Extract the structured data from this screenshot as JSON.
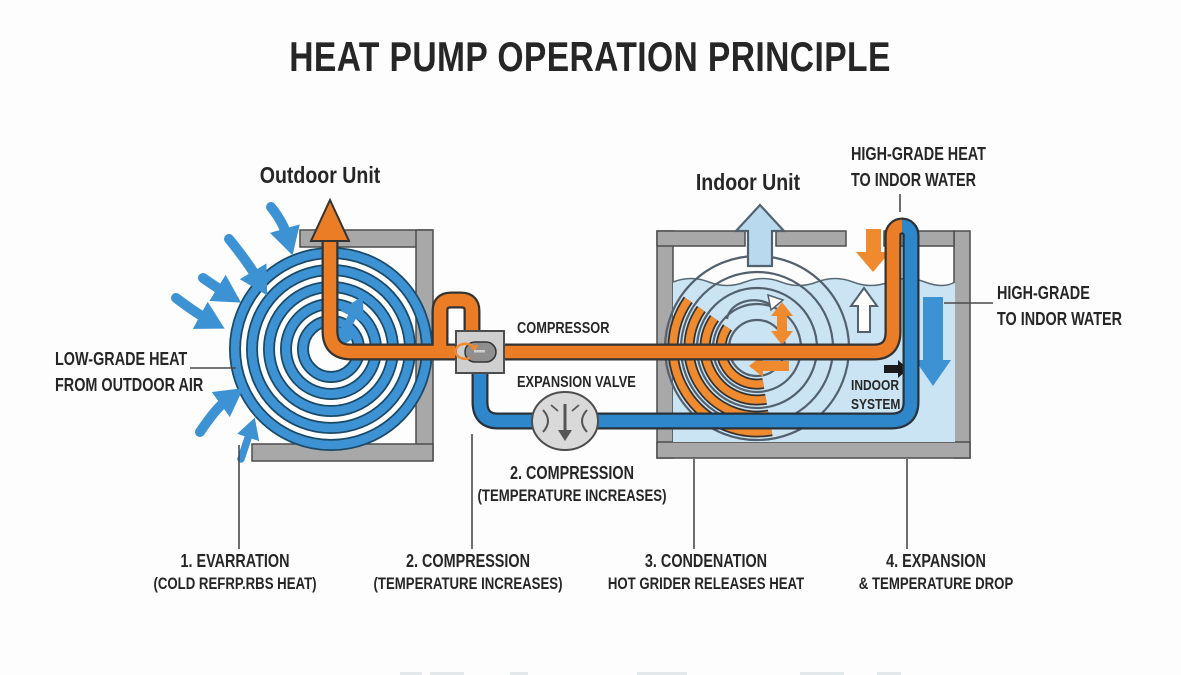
{
  "title": "HEAT PUMP OPERATION PRINCIPLE",
  "outdoor_unit": {
    "title": "Outdoor Unit",
    "low_grade": {
      "line1": "LOW-GRADE HEAT",
      "line2": "FROM OUTDOOR AIR"
    }
  },
  "indoor_unit": {
    "title": "Indoor Unit",
    "system": {
      "line1": "INDOOR",
      "line2": "SYSTEM"
    }
  },
  "components": {
    "compressor": "COMPRESSOR",
    "expansion_valve": "EXPANSION VALVE"
  },
  "annotations": {
    "high_grade_top": {
      "line1": "HIGH-GRADE HEAT",
      "line2": "TO INDOR WATER"
    },
    "high_grade_right": {
      "line1": "HIGH-GRADE",
      "line2": "TO INDOR WATER"
    },
    "mid_step": {
      "line1": "2. COMPRESSION",
      "line2": "(TEMPERATURE INCREASES)"
    }
  },
  "steps": [
    {
      "line1": "1. EVARRATION",
      "line2": "(COLD REFRP.RBS HEAT)"
    },
    {
      "line1": "2. COMPRESSION",
      "line2": "(TEMPERATURE INCREASES)"
    },
    {
      "line1": "3. CONDENATION",
      "line2": "HOT GRIDER RELEASES HEAT"
    },
    {
      "line1": "4. EXPANSION",
      "line2": "& TEMPERATURE DROP"
    }
  ],
  "icons": {
    "wind_arrows": "curved blue air-flow arrows",
    "outdoor_coil": "blue spiral evaporator coil",
    "indoor_coil": "condenser coil in water tank",
    "compressor_icon": "gray box with orange cycle symbol",
    "expansion_valve_icon": "gray circle with down arrow",
    "heat_out_arrow": "orange up arrow",
    "warm_air_arrow": "light blue up arrow"
  },
  "colors": {
    "hot_pipe": "#EA7D26",
    "cold_pipe": "#2F87CB",
    "accent_blue": "#3D92D4",
    "water": "#CBE4F3",
    "structure_gray": "#A8A8A8",
    "text": "#262626"
  }
}
